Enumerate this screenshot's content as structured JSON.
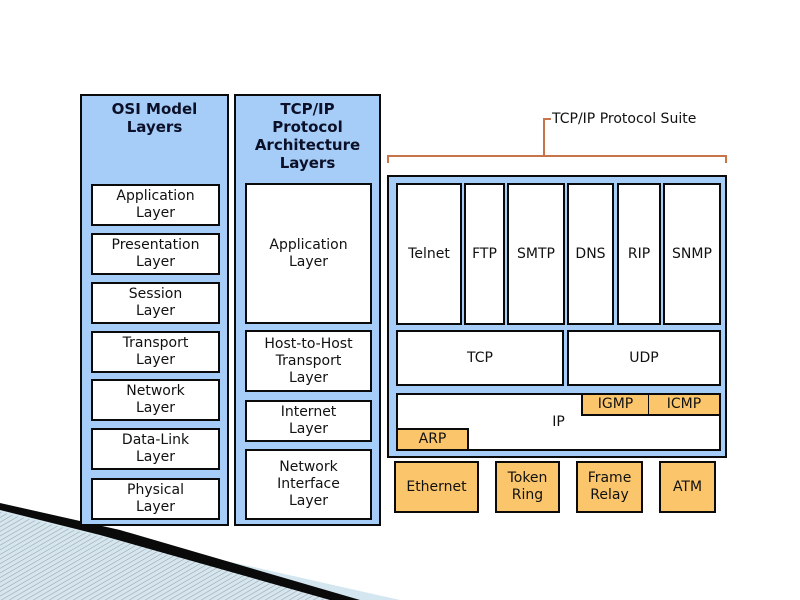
{
  "osi": {
    "title": "OSI Model\nLayers",
    "layers": [
      {
        "label": "Application\nLayer"
      },
      {
        "label": "Presentation\nLayer"
      },
      {
        "label": "Session\nLayer"
      },
      {
        "label": "Transport\nLayer"
      },
      {
        "label": "Network\nLayer"
      },
      {
        "label": "Data-Link\nLayer"
      },
      {
        "label": "Physical\nLayer"
      }
    ]
  },
  "tcpip_arch": {
    "title": "TCP/IP\nProtocol\nArchitecture\nLayers",
    "layers": [
      {
        "label": "Application\nLayer"
      },
      {
        "label": "Host-to-Host\nTransport\nLayer"
      },
      {
        "label": "Internet\nLayer"
      },
      {
        "label": "Network\nInterface\nLayer"
      }
    ]
  },
  "suite": {
    "title": "TCP/IP Protocol Suite",
    "application": [
      "Telnet",
      "FTP",
      "SMTP",
      "DNS",
      "RIP",
      "SNMP"
    ],
    "transport": [
      "TCP",
      "UDP"
    ],
    "internet": {
      "ip": "IP",
      "igmp": "IGMP",
      "icmp": "ICMP",
      "arp": "ARP"
    },
    "network_interface": [
      "Ethernet",
      "Token\nRing",
      "Frame\nRelay",
      "ATM"
    ]
  },
  "colors": {
    "panel": "#a6cdf7",
    "protocol_highlight": "#fbc66b",
    "bracket": "#c8744a"
  }
}
